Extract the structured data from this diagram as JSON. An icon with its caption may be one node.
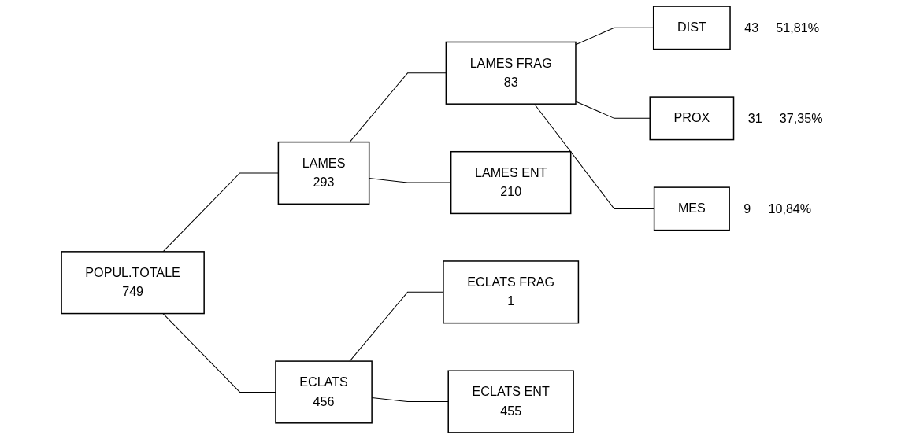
{
  "diagram": {
    "nodes": [
      {
        "text": [
          "POPUL.TOTALE",
          "749"
        ]
      },
      {
        "text": [
          "LAMES",
          "293"
        ]
      },
      {
        "text": [
          "LAMES FRAG",
          "83"
        ]
      },
      {
        "text": [
          "DIST"
        ],
        "beside": [
          "43",
          "51,81%"
        ]
      },
      {
        "text": [
          "PROX"
        ],
        "beside": [
          "31",
          "37,35%"
        ]
      },
      {
        "text": [
          "MES"
        ],
        "beside": [
          "9",
          "10,84%"
        ]
      },
      {
        "text": [
          "LAMES ENT",
          "210"
        ]
      },
      {
        "text": [
          "ECLATS",
          "456"
        ]
      },
      {
        "text": [
          "ECLATS FRAG",
          "1"
        ]
      },
      {
        "text": [
          "ECLATS ENT",
          "455"
        ]
      }
    ],
    "edges": [
      {
        "from": 0,
        "to": 1,
        "arrow": "none"
      },
      {
        "from": 1,
        "to": 2,
        "arrow": "none"
      },
      {
        "from": 2,
        "to": 3,
        "arrow": "none"
      },
      {
        "from": 2,
        "to": 4,
        "arrow": "none"
      },
      {
        "from": 2,
        "to": 5,
        "arrow": "none"
      },
      {
        "from": 1,
        "to": 6,
        "arrow": "none"
      },
      {
        "from": 0,
        "to": 7,
        "arrow": "none"
      },
      {
        "from": 7,
        "to": 8,
        "arrow": "none"
      },
      {
        "from": 7,
        "to": 9,
        "arrow": "none"
      }
    ]
  }
}
